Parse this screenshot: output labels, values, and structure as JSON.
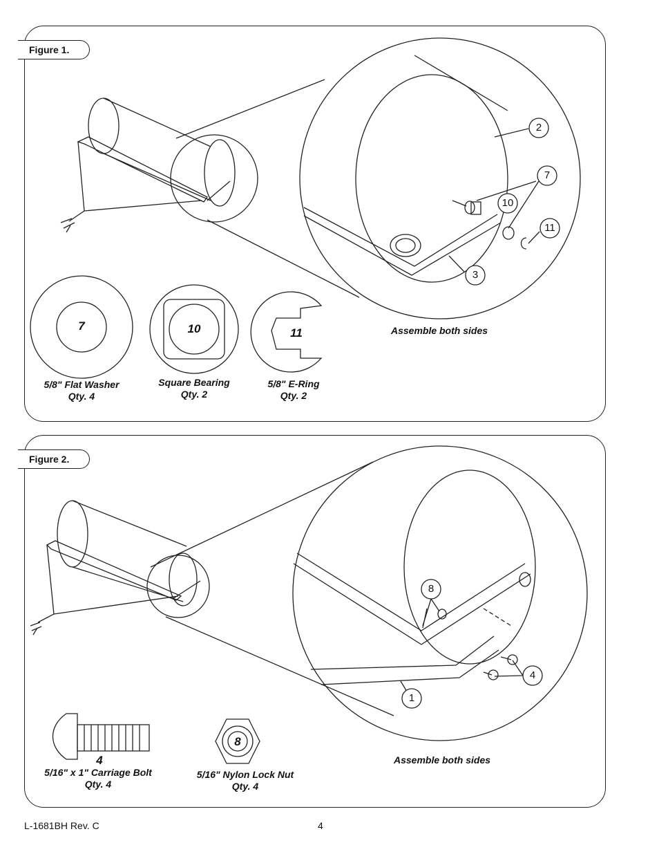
{
  "figure1": {
    "title": "Figure 1.",
    "callouts": [
      "2",
      "7",
      "10",
      "11",
      "3"
    ],
    "parts": [
      {
        "number": "7",
        "name": "5/8\" Flat Washer",
        "qty": "Qty. 4"
      },
      {
        "number": "10",
        "name": "Square Bearing",
        "qty": "Qty. 2"
      },
      {
        "number": "11",
        "name": "5/8\" E-Ring",
        "qty": "Qty. 2"
      }
    ],
    "note": "Assemble both sides"
  },
  "figure2": {
    "title": "Figure 2.",
    "callouts": [
      "8",
      "4",
      "1"
    ],
    "parts": [
      {
        "number": "4",
        "name": "5/16\" x 1\" Carriage Bolt",
        "qty": "Qty. 4"
      },
      {
        "number": "8",
        "name": "5/16\" Nylon Lock Nut",
        "qty": "Qty. 4"
      }
    ],
    "note": "Assemble both sides"
  },
  "footer": {
    "doc_id": "L-1681BH Rev. C",
    "page_number": "4"
  }
}
